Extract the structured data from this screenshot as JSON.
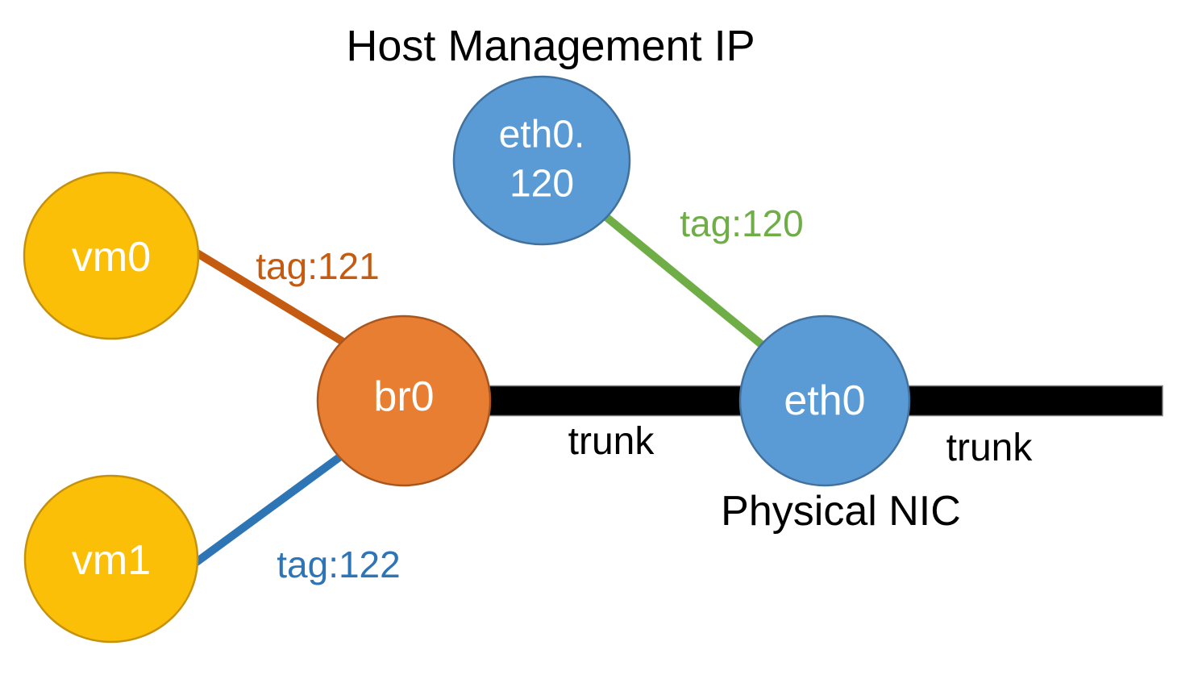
{
  "title": "Host Management IP",
  "colors": {
    "vm_fill": "#FBBF08",
    "vm_border": "#C6920E",
    "bridge_fill": "#E87E31",
    "bridge_border": "#A9561E",
    "nic_fill": "#5B9BD5",
    "nic_border": "#41719C",
    "tag_121": "#C55A11",
    "tag_122": "#2E75B6",
    "tag_120": "#6FAD47",
    "trunk_bar": "#000000",
    "trunk_bar_outline": "#7F7F7F",
    "label_text": "#000000",
    "node_text": "#FFFFFF"
  },
  "nodes": {
    "vm0": {
      "label": "vm0"
    },
    "vm1": {
      "label": "vm1"
    },
    "br0": {
      "label": "br0"
    },
    "eth0": {
      "label": "eth0"
    },
    "eth0_120": {
      "label_line1": "eth0.",
      "label_line2": "120"
    }
  },
  "edges": {
    "vm0_br0": {
      "label": "tag:121"
    },
    "vm1_br0": {
      "label": "tag:122"
    },
    "eth0_120_eth0": {
      "label": "tag:120"
    },
    "br0_eth0": {
      "label": "trunk"
    },
    "eth0_uplink": {
      "label": "trunk"
    }
  },
  "annotations": {
    "physical_nic": "Physical NIC"
  }
}
